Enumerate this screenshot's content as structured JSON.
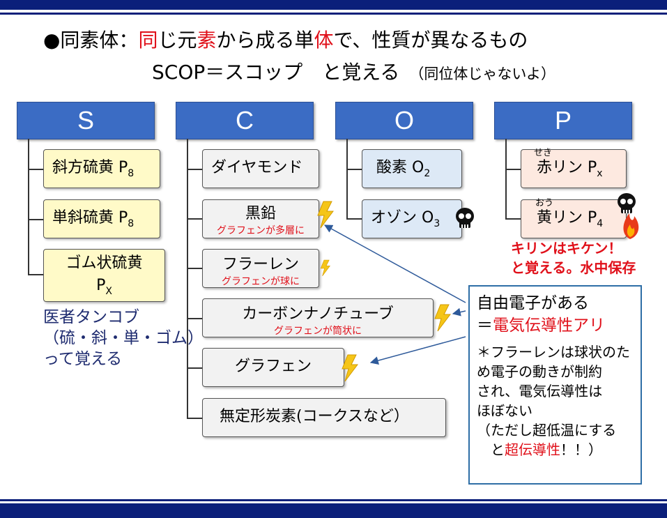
{
  "title": {
    "line1_pre": "●同素体：",
    "line1_red1": "同",
    "line1_mid1": "じ元",
    "line1_red2": "素",
    "line1_mid2": "から成る単",
    "line1_red3": "体",
    "line1_post": "で、性質が異なるもの",
    "line2": "SCOP＝スコップ　と覚える",
    "line2_note": "（同位体じゃないよ）"
  },
  "columns": [
    {
      "letter": "S",
      "color": "#3b6cc4"
    },
    {
      "letter": "C",
      "color": "#3b6cc4"
    },
    {
      "letter": "O",
      "color": "#3b6cc4"
    },
    {
      "letter": "P",
      "color": "#3b6cc4"
    }
  ],
  "sulfur": [
    {
      "name": "斜方硫黄 P",
      "sub": "8"
    },
    {
      "name": "単斜硫黄 P",
      "sub": "8"
    },
    {
      "name": "ゴム状硫黄",
      "name2": "P",
      "sub": "X"
    }
  ],
  "carbon": [
    {
      "name": "ダイヤモンド"
    },
    {
      "name": "黒鉛",
      "note": "グラフェンが多層に"
    },
    {
      "name": "フラーレン",
      "note": "グラフェンが球に"
    },
    {
      "name": "カーボンナノチューブ",
      "note": "グラフェンが筒状に"
    },
    {
      "name": "グラフェン"
    },
    {
      "name": "無定形炭素(コークスなど）"
    }
  ],
  "oxygen": [
    {
      "name": "酸素 O",
      "sub": "2"
    },
    {
      "name": "オゾン O",
      "sub": "3"
    }
  ],
  "phosphorus": [
    {
      "name": "赤リン P",
      "sub": "x",
      "ruby": "せき"
    },
    {
      "name": "黄リン P",
      "sub": "4",
      "ruby": "おう"
    }
  ],
  "memo": {
    "line1": "医者タンコブ",
    "line2": "（硫・斜・単・ゴム）",
    "line3": "って覚える"
  },
  "kirin": {
    "line1": "キリンはキケン！",
    "line2": "と覚える。水中保存"
  },
  "box": {
    "line1": "自由電子がある",
    "line2_pre": "＝",
    "line2_red": "電気伝導性アリ",
    "note": "＊フラーレンは球状のた\nめ電子の動きが制約\nされ、電気伝導性は\nほぼない\n（ただし超低温にする\n　と",
    "note_red": "超伝導性",
    "note_end": "！！）"
  },
  "colors": {
    "header_blue": "#3b6cc4",
    "accent_red": "#e0101a",
    "navy": "#0b1f7a",
    "lightning": "#f5c518"
  },
  "icons": [
    "lightning-icon",
    "skull-icon",
    "fire-icon",
    "arrow-icon"
  ]
}
